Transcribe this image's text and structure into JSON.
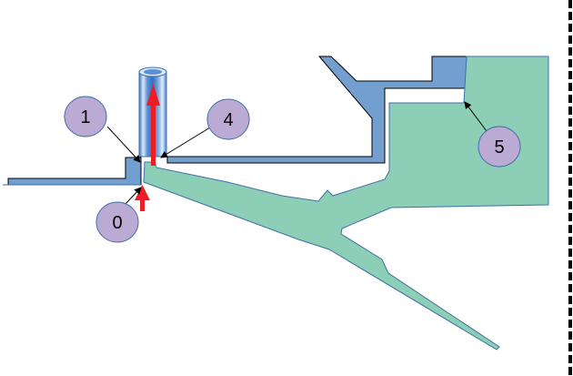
{
  "diagram": {
    "colors": {
      "blue_part": "#729fcf",
      "blue_stroke": "#000000",
      "green_part": "#8ccfb6",
      "green_stroke": "#3f6fa8",
      "callout_fill": "#bbaad4",
      "callout_stroke": "#3f6fa8",
      "arrow_red": "#ee1c25",
      "boundary": "#000000"
    },
    "callouts": [
      {
        "id": "callout-1",
        "label": "1"
      },
      {
        "id": "callout-4",
        "label": "4"
      },
      {
        "id": "callout-0",
        "label": "0"
      },
      {
        "id": "callout-5",
        "label": "5"
      }
    ],
    "flow_arrows": [
      {
        "id": "flow-arrow-inlet",
        "direction": "up"
      },
      {
        "id": "flow-arrow-outlet",
        "direction": "up"
      }
    ]
  }
}
